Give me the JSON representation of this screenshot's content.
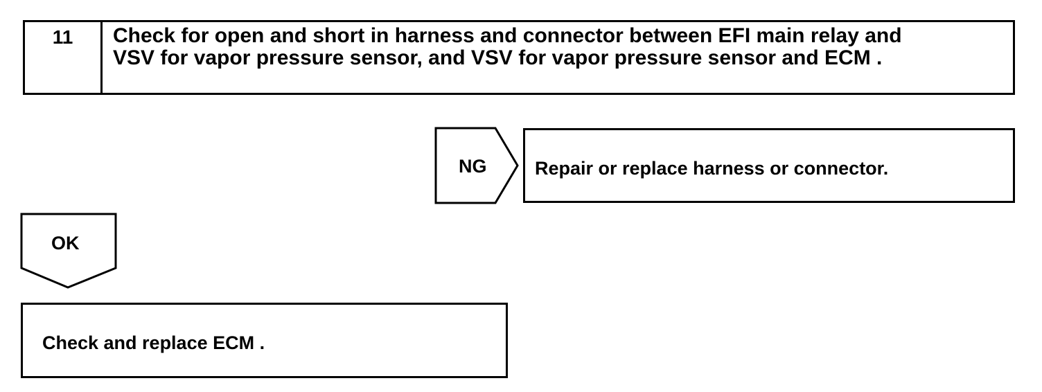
{
  "step": {
    "number": "11",
    "title_line1": "Check for open and short in harness and connector between EFI main relay and",
    "title_line2": "VSV for vapor pressure sensor, and VSV for vapor pressure sensor and ECM ."
  },
  "ng_branch": {
    "label": "NG",
    "action": "Repair or replace harness or connector."
  },
  "ok_branch": {
    "label": "OK",
    "action": "Check and replace ECM ."
  }
}
